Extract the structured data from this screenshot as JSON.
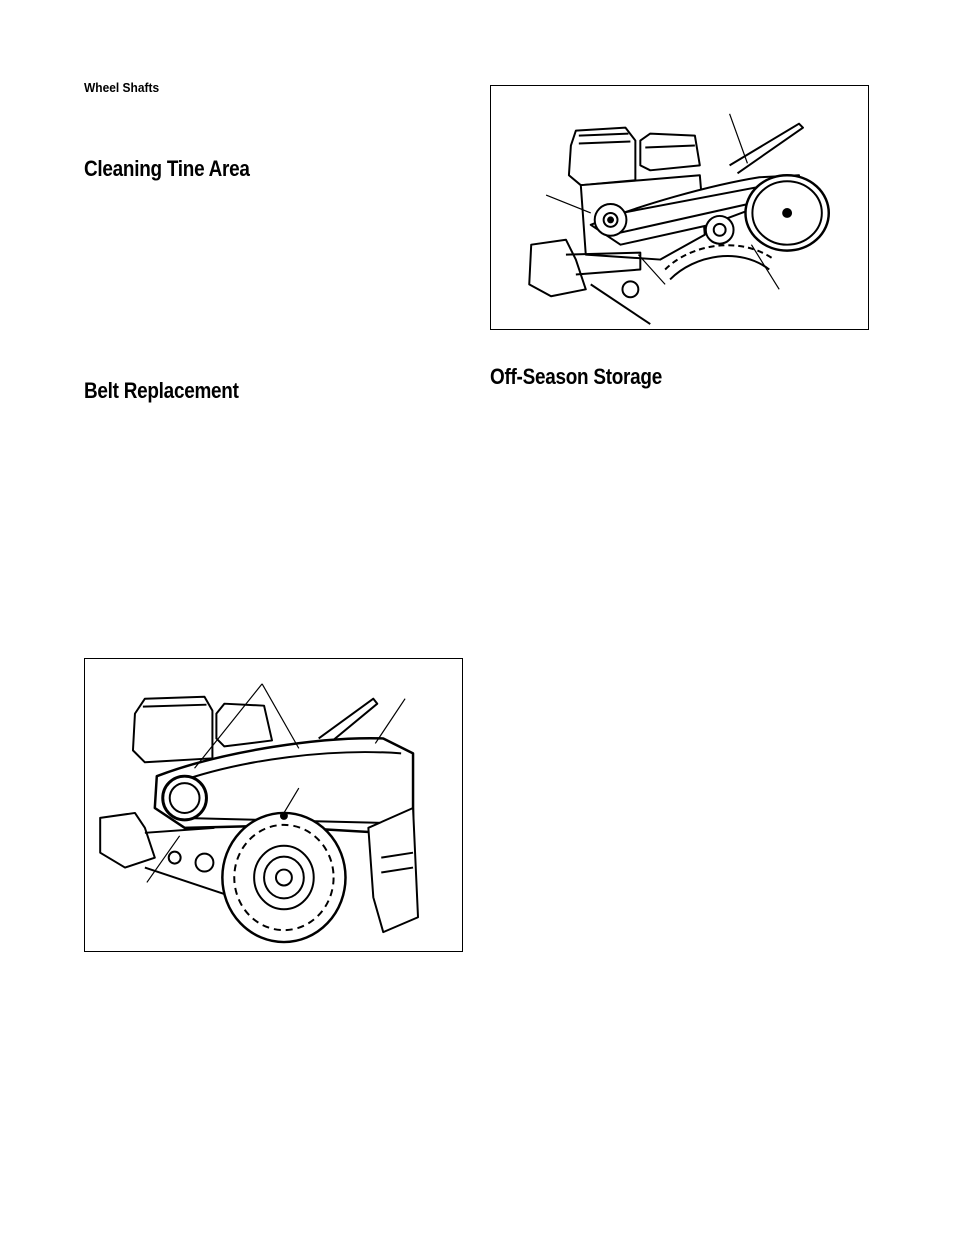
{
  "sections": {
    "wheel_shafts": "Wheel Shafts",
    "cleaning_tine_area": "Cleaning Tine Area",
    "belt_replacement": "Belt Replacement",
    "off_season_storage": "Off-Season Storage"
  },
  "figures": {
    "top_right": "tiller-idler-pulley-illustration",
    "bottom_left": "tiller-belt-cover-illustration"
  }
}
